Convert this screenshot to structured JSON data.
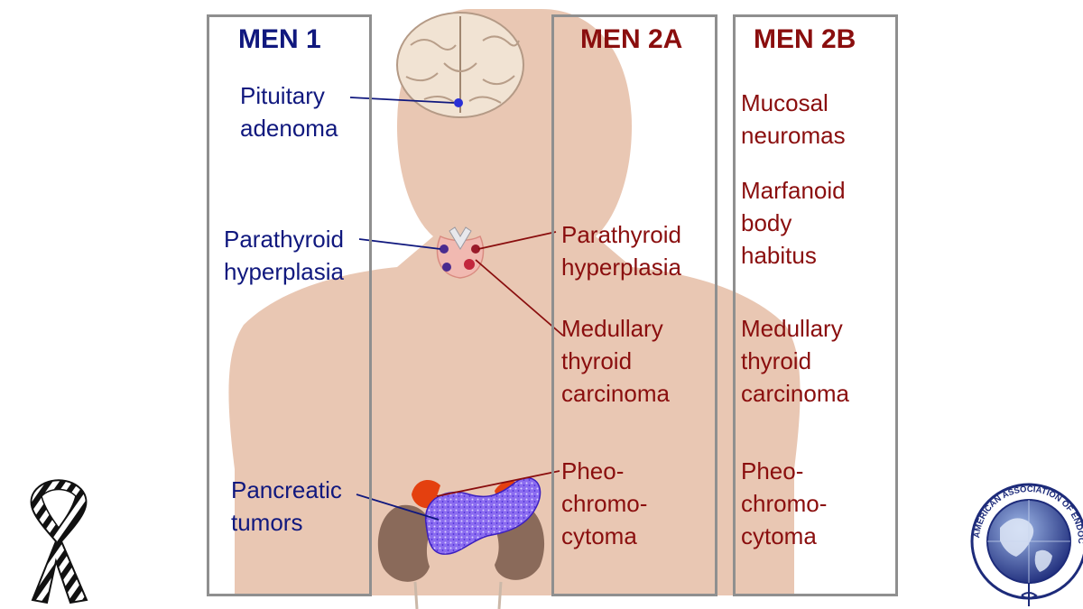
{
  "columns": {
    "men1": {
      "title": "MEN 1",
      "color": "#10187e"
    },
    "men2a": {
      "title": "MEN 2A",
      "color": "#8a0e0e"
    },
    "men2b": {
      "title": "MEN 2B",
      "color": "#8a0e0e"
    }
  },
  "men1_labels": {
    "pituitary": "Pituitary\nadenoma",
    "parathyroid": "Parathyroid\nhyperplasia",
    "pancreatic": "Pancreatic\ntumors"
  },
  "men2a_labels": {
    "parathyroid": "Parathyroid\nhyperplasia",
    "medullary": "Medullary\nthyroid\ncarcinoma",
    "pheo": "Pheo-\nchromo-\ncytoma"
  },
  "men2b_labels": {
    "mucosal": "Mucosal\nneuromas",
    "marfanoid": "Marfanoid\nbody\nhabitus",
    "medullary": "Medullary\nthyroid\ncarcinoma",
    "pheo": "Pheo-\nchromo-\ncytoma"
  },
  "logo": {
    "text": "AMERICAN ASSOCIATION OF ENDOCRINE SURGEONS"
  },
  "colors": {
    "body": "#e9c7b3",
    "box": "#8f8f8f",
    "men1": "#10187e",
    "men2": "#8a0e0e"
  },
  "icons": {
    "ribbon": "zebra-ribbon-icon",
    "logo": "aaes-globe-logo"
  }
}
